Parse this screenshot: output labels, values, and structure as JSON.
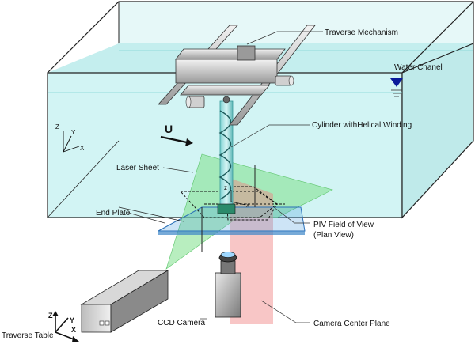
{
  "labels": {
    "traverse_mechanism": "Traverse Mechanism",
    "water_channel": "Water Chanel",
    "cylinder": "Cylinder withHelical Winding",
    "flow_velocity": "U",
    "laser_sheet": "Laser Sheet",
    "end_plate": "End Plate",
    "piv_fov_line1": "PIV Field of View",
    "piv_fov_line2": "(Plan View)",
    "ccd_camera": "CCD Camera",
    "camera_center_plane": "Camera Center Plane",
    "traverse_table": "Traverse Table"
  },
  "axes": {
    "channel": {
      "z": "Z",
      "y": "Y",
      "x": "X"
    },
    "table": {
      "z": "Z",
      "y": "Y",
      "x": "X"
    },
    "piv": {
      "z": "z",
      "x": "x"
    }
  },
  "colors": {
    "water": "#c8f0f0",
    "channel_edge": "#222222",
    "laser_sheet": "#7de08a",
    "end_plate": "#4a9fe0",
    "camera_plane": "#f08080",
    "surface_marker": "#0a1a9a"
  }
}
